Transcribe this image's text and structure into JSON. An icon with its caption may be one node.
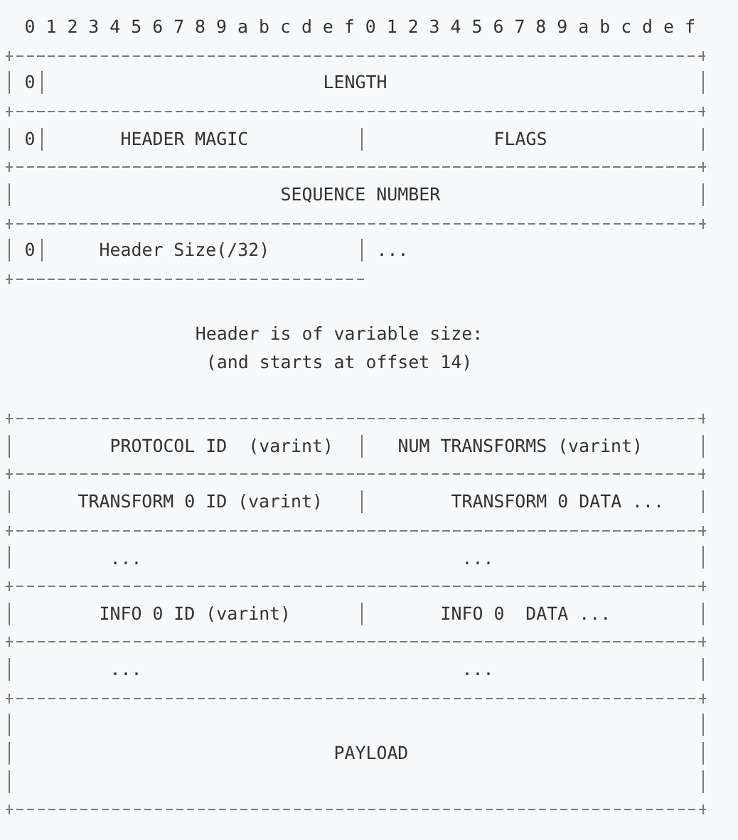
{
  "diagram": {
    "nodes": [
      {
        "text": [
          "0"
        ]
      },
      {
        "text": [
          "LENGTH"
        ]
      },
      {
        "text": [
          "0"
        ]
      },
      {
        "text": [
          "HEADER MAGIC"
        ]
      },
      {
        "text": [
          "FLAGS"
        ]
      },
      {
        "text": [
          "SEQUENCE NUMBER"
        ]
      },
      {
        "text": [
          "0"
        ]
      },
      {
        "text": [
          "Header Size(/32)"
        ]
      },
      {
        "text": [
          "..."
        ]
      },
      {
        "text": [
          "PROTOCOL ID  (varint)"
        ]
      },
      {
        "text": [
          "NUM TRANSFORMS (varint)"
        ]
      },
      {
        "text": [
          "TRANSFORM 0 ID (varint)"
        ]
      },
      {
        "text": [
          "TRANSFORM 0 DATA ..."
        ]
      },
      {
        "text": [
          "...",
          "..."
        ]
      },
      {
        "text": [
          "INFO 0 ID (varint)"
        ]
      },
      {
        "text": [
          "INFO 0  DATA ..."
        ]
      },
      {
        "text": [
          "...",
          "..."
        ]
      },
      {
        "text": [
          "PAYLOAD"
        ]
      }
    ],
    "labels": [
      "0 1 2 3 4 5 6 7 8 9 a b c d e f 0 1 2 3 4 5 6 7 8 9 a b c d e f",
      "Header is of variable size: (and starts at offset 14)"
    ]
  }
}
